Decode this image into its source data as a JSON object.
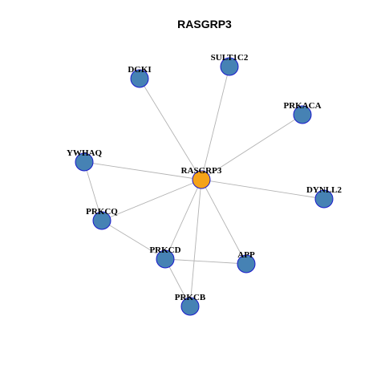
{
  "title": "RASGRP3",
  "colors": {
    "center_node": "#f5a31a",
    "node_fill": "#4682b4",
    "node_border": "#1a1acc",
    "edge": "#b3b3b3"
  },
  "nodes": [
    {
      "id": "RASGRP3",
      "label": "RASGRP3",
      "role": "center"
    },
    {
      "id": "SULT1C2",
      "label": "SULT1C2",
      "role": "neighbor"
    },
    {
      "id": "DGKI",
      "label": "DGKI",
      "role": "neighbor"
    },
    {
      "id": "PRKACA",
      "label": "PRKACA",
      "role": "neighbor"
    },
    {
      "id": "YWHAQ",
      "label": "YWHAQ",
      "role": "neighbor"
    },
    {
      "id": "DYNLL2",
      "label": "DYNLL2",
      "role": "neighbor"
    },
    {
      "id": "PRKCQ",
      "label": "PRKCQ",
      "role": "neighbor"
    },
    {
      "id": "PRKCD",
      "label": "PRKCD",
      "role": "neighbor"
    },
    {
      "id": "APP",
      "label": "APP",
      "role": "neighbor"
    },
    {
      "id": "PRKCB",
      "label": "PRKCB",
      "role": "neighbor"
    }
  ],
  "edges": [
    {
      "source": "RASGRP3",
      "target": "SULT1C2"
    },
    {
      "source": "RASGRP3",
      "target": "DGKI"
    },
    {
      "source": "RASGRP3",
      "target": "PRKACA"
    },
    {
      "source": "RASGRP3",
      "target": "YWHAQ"
    },
    {
      "source": "RASGRP3",
      "target": "DYNLL2"
    },
    {
      "source": "RASGRP3",
      "target": "PRKCQ"
    },
    {
      "source": "RASGRP3",
      "target": "PRKCD"
    },
    {
      "source": "RASGRP3",
      "target": "APP"
    },
    {
      "source": "RASGRP3",
      "target": "PRKCB"
    },
    {
      "source": "YWHAQ",
      "target": "PRKCQ"
    },
    {
      "source": "PRKCQ",
      "target": "PRKCD"
    },
    {
      "source": "PRKCD",
      "target": "APP"
    },
    {
      "source": "PRKCD",
      "target": "PRKCB"
    }
  ]
}
